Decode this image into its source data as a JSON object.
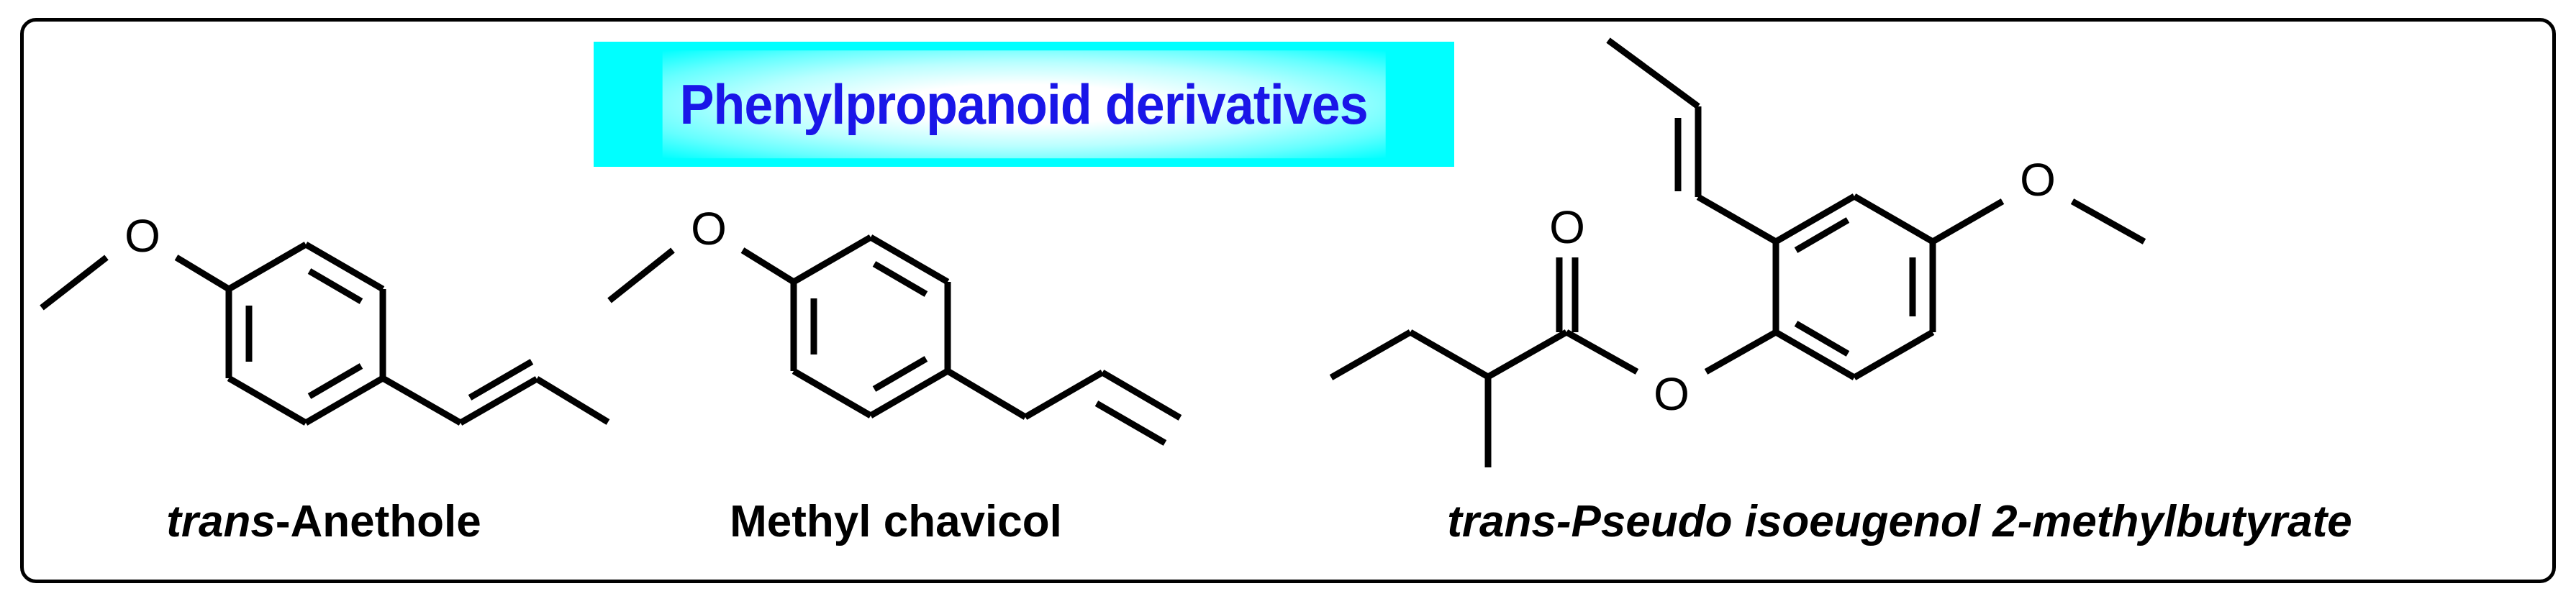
{
  "figure": {
    "title": "Phenylpropanoid derivatives",
    "title_text_color": "#1a16e8",
    "title_background_color": "#00ffff",
    "frame_color": "#000000",
    "background_color": "#ffffff"
  },
  "structures": [
    {
      "id": "trans-anethole",
      "caption_italic_part": "trans",
      "caption_rest": "-Anethole",
      "caption_full": "trans-Anethole",
      "atom_labels": [
        "O"
      ],
      "features": [
        "methoxy group",
        "benzene ring",
        "trans-propenyl chain"
      ]
    },
    {
      "id": "methyl-chavicol",
      "caption_italic_part": "",
      "caption_rest": "Methyl chavicol",
      "caption_full": "Methyl chavicol",
      "atom_labels": [
        "O"
      ],
      "features": [
        "methoxy group",
        "benzene ring",
        "allyl chain",
        "terminal alkene"
      ]
    },
    {
      "id": "trans-pseudo-isoeugenol-2-methylbutyrate",
      "caption_italic_part": "trans-Pseudo isoeugenol 2-methylbutyrate",
      "caption_rest": "",
      "caption_full": "trans-Pseudo isoeugenol 2-methylbutyrate",
      "atom_labels": [
        "O",
        "O",
        "O"
      ],
      "features": [
        "2-methylbutyrate ester",
        "carbonyl oxygen",
        "ester oxygen",
        "benzene ring",
        "trans-propenyl chain",
        "methoxy group"
      ]
    }
  ]
}
